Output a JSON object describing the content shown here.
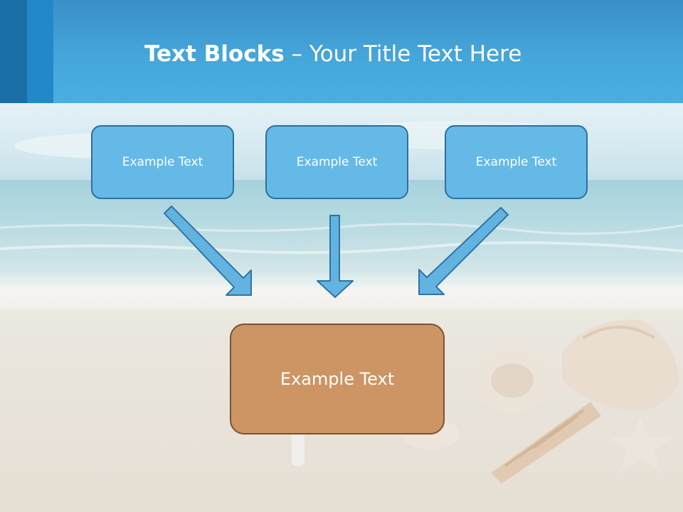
{
  "slide": {
    "title_bold": "Text Blocks",
    "title_separator": " – ",
    "title_rest": "Your Title Text Here"
  },
  "diagram": {
    "top_boxes": [
      {
        "label": "Example Text"
      },
      {
        "label": "Example Text"
      },
      {
        "label": "Example Text"
      }
    ],
    "bottom_box": {
      "label": "Example Text"
    }
  },
  "colors": {
    "header_blue": "#45a6da",
    "top_box_fill": "#65b9e6",
    "top_box_border": "#2d6f9f",
    "bottom_box_fill": "#cd9563",
    "bottom_box_border": "#7a5233",
    "arrow_fill": "#62b3e0",
    "arrow_stroke": "#2f74a6"
  }
}
